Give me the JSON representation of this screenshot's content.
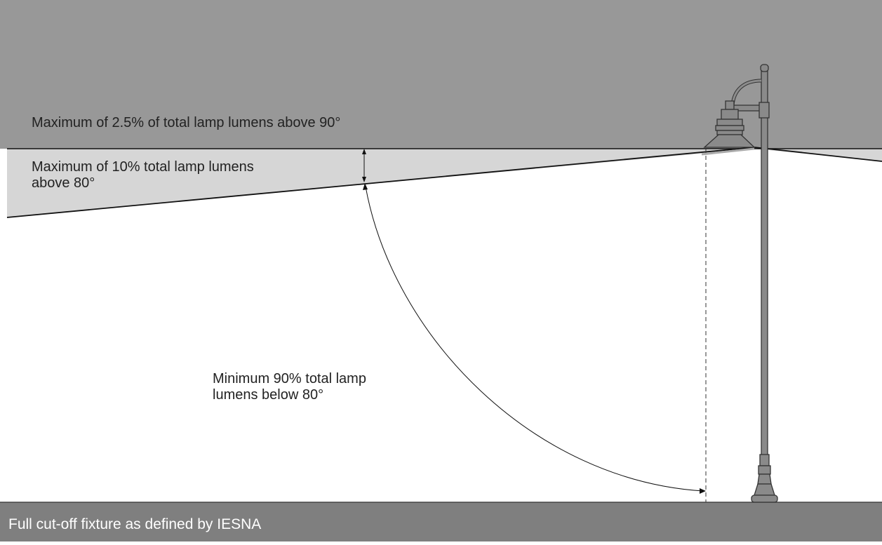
{
  "zones": {
    "above_90": {
      "label": "Maximum of 2.5% of total lamp lumens above 90°",
      "color": "#989898"
    },
    "above_80": {
      "label": "Maximum of 10% total lamp lumens\nabove 80°",
      "color": "#d6d6d6"
    },
    "below_80": {
      "label": "Minimum 90% total lamp\nlumens below 80°",
      "color": "#ffffff"
    }
  },
  "footer": {
    "caption": "Full cut-off fixture as defined by IESNA",
    "color": "#7f7f7f"
  },
  "fixture": {
    "pole_color": "#8a8a8a",
    "outline_color": "#333333"
  }
}
